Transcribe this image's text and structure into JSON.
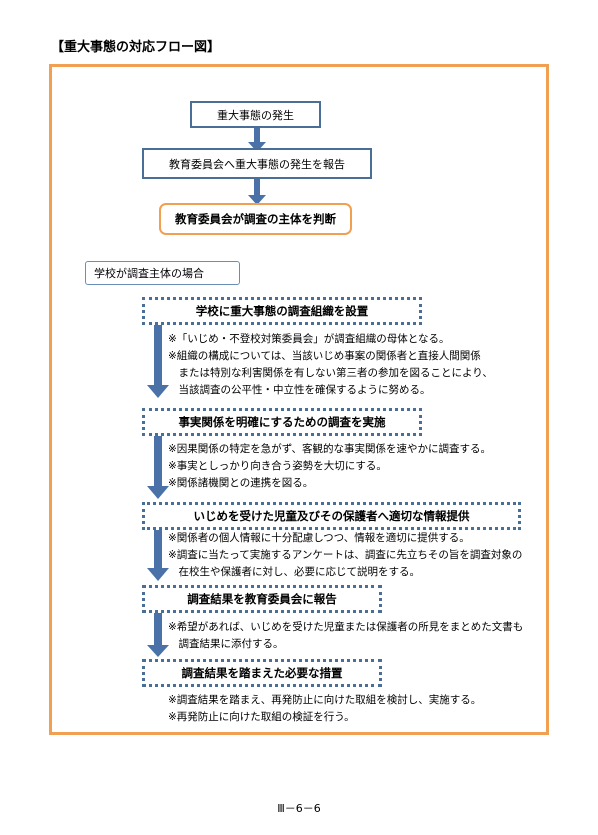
{
  "title": "【重大事態の対応フロー図】",
  "boxes": {
    "occurrence": "重大事態の発生",
    "report": "教育委員会へ重大事態の発生を報告",
    "decision": "教育委員会が調査の主体を判断",
    "school_case": "学校が調査主体の場合"
  },
  "steps": [
    {
      "title": "学校に重大事態の調査組織を設置",
      "notes": [
        "※「いじめ・不登校対策委員会」が調査組織の母体となる。",
        "※組織の構成については、当該いじめ事案の関係者と直接人間関係",
        "　または特別な利害関係を有しない第三者の参加を図ることにより、",
        "　当該調査の公平性・中立性を確保するように努める。"
      ]
    },
    {
      "title": "事実関係を明確にするための調査を実施",
      "notes": [
        "※因果関係の特定を急がず、客観的な事実関係を速やかに調査する。",
        "※事実としっかり向き合う姿勢を大切にする。",
        "※関係諸機関との連携を図る。"
      ]
    },
    {
      "title": "いじめを受けた児童及びその保護者へ適切な情報提供",
      "notes": [
        "※関係者の個人情報に十分配慮しつつ、情報を適切に提供する。",
        "※調査に当たって実施するアンケートは、調査に先立ちその旨を調査対象の",
        "　在校生や保護者に対し、必要に応じて説明をする。"
      ]
    },
    {
      "title": "調査結果を教育委員会に報告",
      "notes": [
        "※希望があれば、いじめを受けた児童または保護者の所見をまとめた文書も",
        "　調査結果に添付する。"
      ]
    },
    {
      "title": "調査結果を踏まえた必要な措置",
      "notes": [
        "※調査結果を踏まえ、再発防止に向けた取組を検討し、実施する。",
        "※再発防止に向けた取組の検証を行う。"
      ]
    }
  ],
  "page_number": "Ⅲ－6－6",
  "colors": {
    "frame": "#f0a050",
    "box_border": "#4a6f96",
    "arrow": "#4a72a8"
  }
}
